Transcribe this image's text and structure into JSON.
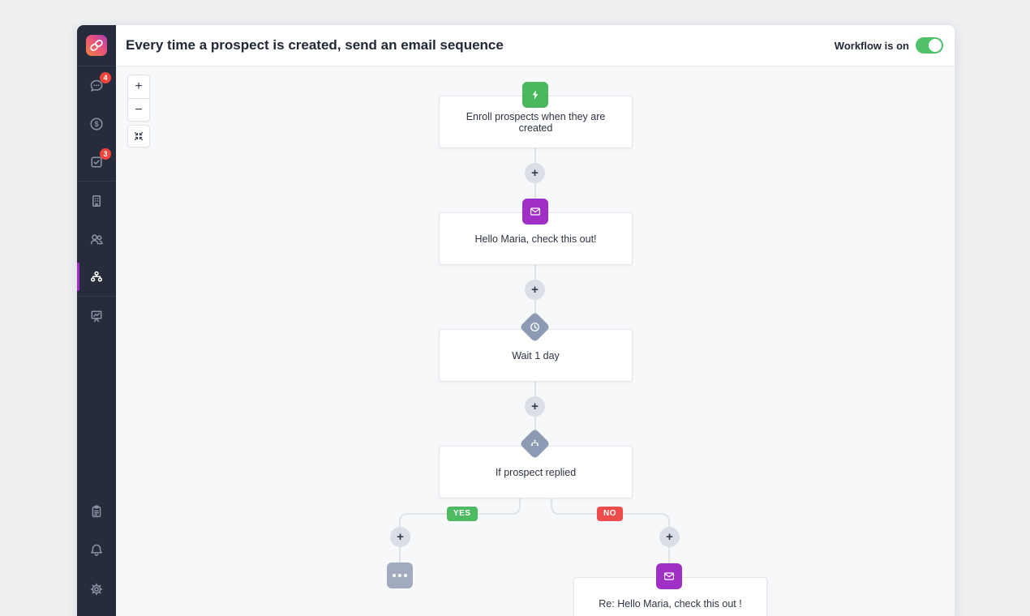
{
  "header": {
    "title": "Every time a prospect is created, send an email sequence",
    "workflow_toggle_label": "Workflow is on",
    "workflow_toggle_state": "on"
  },
  "sidebar": {
    "items": [
      {
        "name": "conversations",
        "icon": "chat-icon",
        "badge": "4"
      },
      {
        "name": "deals",
        "icon": "dollar-icon",
        "badge": ""
      },
      {
        "name": "tasks",
        "icon": "task-check-icon",
        "badge": "3"
      },
      {
        "name": "companies",
        "icon": "building-icon",
        "badge": ""
      },
      {
        "name": "contacts",
        "icon": "people-icon",
        "badge": ""
      },
      {
        "name": "workflows",
        "icon": "sitemap-icon",
        "badge": "",
        "active": true
      },
      {
        "name": "reports",
        "icon": "presentation-chart-icon",
        "badge": ""
      },
      {
        "name": "notes",
        "icon": "clipboard-icon",
        "badge": ""
      },
      {
        "name": "notifications",
        "icon": "bell-icon",
        "badge": ""
      },
      {
        "name": "settings",
        "icon": "gear-icon",
        "badge": ""
      }
    ]
  },
  "canvas": {
    "zoom_in_label": "+",
    "zoom_out_label": "−",
    "nodes": [
      {
        "type": "trigger",
        "icon": "zap-icon",
        "label": "Enroll prospects when they are created"
      },
      {
        "type": "email",
        "icon": "envelope-icon",
        "label": "Hello Maria, check this out!"
      },
      {
        "type": "wait",
        "icon": "clock-icon",
        "label": "Wait 1 day"
      },
      {
        "type": "condition",
        "icon": "branch-icon",
        "label": "If prospect replied"
      },
      {
        "type": "email",
        "icon": "envelope-icon",
        "label": "Re: Hello Maria, check this out !"
      }
    ],
    "branch_labels": {
      "yes": "YES",
      "no": "NO"
    }
  },
  "colors": {
    "green": "#49b85f",
    "purple": "#a02fc6",
    "slate_diamond": "#8d9ab3",
    "red": "#ee4b4b",
    "sidebar_bg": "#262c3b",
    "accent_purple": "#a32bc9",
    "toggle_green": "#4fc168",
    "connector": "#dfe3ea"
  }
}
